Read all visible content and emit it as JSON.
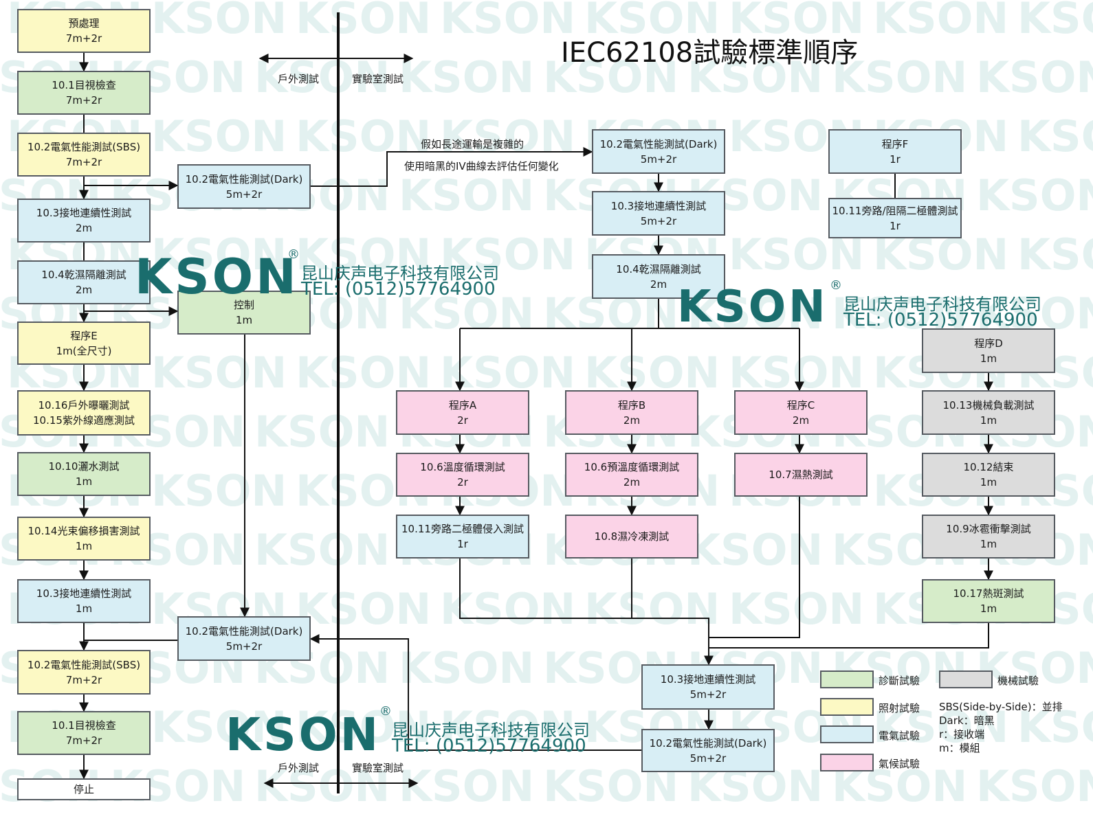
{
  "title": "IEC62108試驗標準順序",
  "divider": {
    "outdoor": "戶外測試",
    "lab": "實驗室測試"
  },
  "transport_note": [
    "假如長途運輸是複雜的",
    "使用暗黑的IV曲線去評估任何變化"
  ],
  "left_column": [
    [
      "預處理",
      "7m+2r"
    ],
    [
      "10.1目視檢查",
      "7m+2r"
    ],
    [
      "10.2電氣性能測試(SBS)",
      "7m+2r"
    ],
    [
      "10.3接地連續性測試",
      "2m"
    ],
    [
      "10.4乾濕隔離測試",
      "2m"
    ],
    [
      "程序E",
      "1m(全尺寸)"
    ],
    [
      "10.16戶外曝曬測試",
      "10.15紫外線適應測試"
    ],
    [
      "10.10灑水測試",
      "1m"
    ],
    [
      "10.14光束偏移損害測試",
      "1m"
    ],
    [
      "10.3接地連續性測試",
      "1m"
    ],
    [
      "10.2電氣性能測試(SBS)",
      "7m+2r"
    ],
    [
      "10.1目視檢查",
      "7m+2r"
    ],
    [
      "停止"
    ]
  ],
  "dark_upper": [
    "10.2電氣性能測試(Dark)",
    "5m+2r"
  ],
  "control": [
    "控制",
    "1m"
  ],
  "dark_lower": [
    "10.2電氣性能測試(Dark)",
    "5m+2r"
  ],
  "lab_column": [
    [
      "10.2電氣性能測試(Dark)",
      "5m+2r"
    ],
    [
      "10.3接地連續性測試",
      "5m+2r"
    ],
    [
      "10.4乾濕隔離測試",
      "2m"
    ]
  ],
  "procedure_f": [
    [
      "程序F",
      "1r"
    ],
    [
      "10.11旁路/阻隔二極體測試",
      "1r"
    ]
  ],
  "procedure_a": [
    [
      "程序A",
      "2r"
    ],
    [
      "10.6溫度循環測試",
      "2r"
    ],
    [
      "10.11旁路二極體侵入測試",
      "1r"
    ]
  ],
  "procedure_b": [
    [
      "程序B",
      "2m"
    ],
    [
      "10.6預溫度循環測試",
      "2m"
    ],
    [
      "10.8濕冷凍測試"
    ]
  ],
  "procedure_c": [
    [
      "程序C",
      "2m"
    ],
    [
      "10.7濕熱測試"
    ]
  ],
  "procedure_d": [
    [
      "程序D",
      "1m"
    ],
    [
      "10.13機械負載測試",
      "1m"
    ],
    [
      "10.12結束",
      "1m"
    ],
    [
      "10.9冰雹衝擊測試",
      "1m"
    ],
    [
      "10.17熱斑測試",
      "1m"
    ]
  ],
  "final_steps": [
    [
      "10.3接地連續性測試",
      "5m+2r"
    ],
    [
      "10.2電氣性能測試(Dark)",
      "5m+2r"
    ]
  ],
  "legend": {
    "diagnostic": "診斷試驗",
    "mechanical": "機械試驗",
    "irradiation": "照射試驗",
    "electrical": "電氣試驗",
    "climatic": "氣候試驗",
    "colors": {
      "diagnostic": "#d6ecc9",
      "mechanical": "#dcdcdc",
      "irradiation": "#fcf9c4",
      "electrical": "#d8eef5",
      "climatic": "#fbd3e7"
    }
  },
  "notes": [
    "SBS(Side-by-Side)：並排",
    "Dark：暗黑",
    "r：接收端",
    "m：模組"
  ],
  "brand": {
    "logo": "KSON",
    "registered": "®",
    "company": "昆山庆声电子科技有限公司",
    "tel": "TEL: (0512)57764900"
  },
  "watermark_text": "KSON"
}
